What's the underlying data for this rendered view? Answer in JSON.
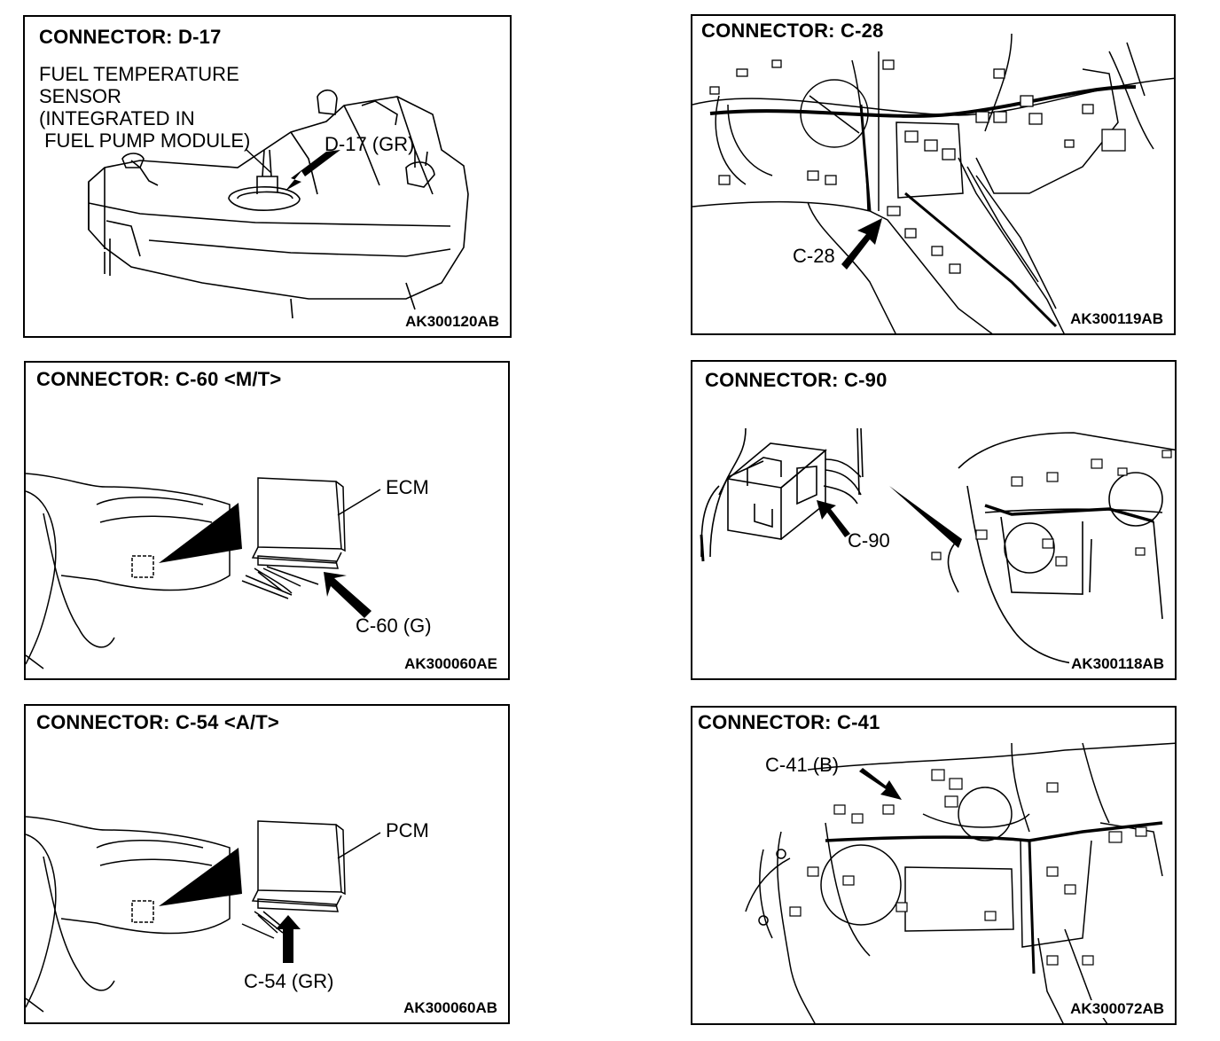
{
  "panels": {
    "d17": {
      "title": "CONNECTOR: D-17",
      "description_lines": [
        "FUEL TEMPERATURE",
        "SENSOR",
        "(INTEGRATED IN",
        " FUEL PUMP MODULE)"
      ],
      "callout": "D-17 (GR)",
      "code": "AK300120AB"
    },
    "c28": {
      "title": "CONNECTOR: C-28",
      "callout": "C-28",
      "code": "AK300119AB"
    },
    "c60": {
      "title": "CONNECTOR: C-60 <M/T>",
      "module_label": "ECM",
      "callout": "C-60 (G)",
      "code": "AK300060AE"
    },
    "c90": {
      "title": "CONNECTOR: C-90",
      "callout": "C-90",
      "code": "AK300118AB"
    },
    "c54": {
      "title": "CONNECTOR: C-54 <A/T>",
      "module_label": "PCM",
      "callout": "C-54 (GR)",
      "code": "AK300060AB"
    },
    "c41": {
      "title": "CONNECTOR: C-41",
      "callout": "C-41 (B)",
      "code": "AK300072AB"
    }
  }
}
